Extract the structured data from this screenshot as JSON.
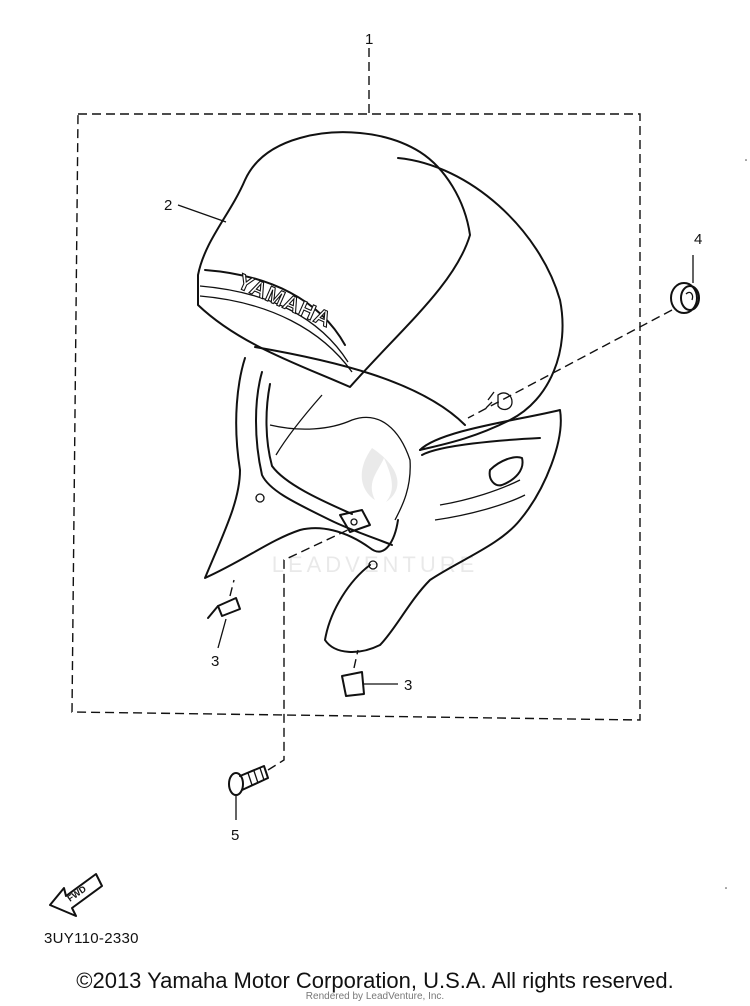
{
  "diagram": {
    "callouts": {
      "assembly": "1",
      "cowling": "2",
      "clip_left": "3",
      "clip_right": "3",
      "grommet": "4",
      "screw": "5"
    },
    "brand_text": "YAMAHA",
    "fwd_label": "FWD",
    "code": "3UY110-2330",
    "watermark": "LEADVENTURE"
  },
  "footer": {
    "copyright": "©2013 Yamaha Motor Corporation, U.S.A. All rights reserved.",
    "rendered_by": "Rendered by LeadVenture, Inc."
  }
}
